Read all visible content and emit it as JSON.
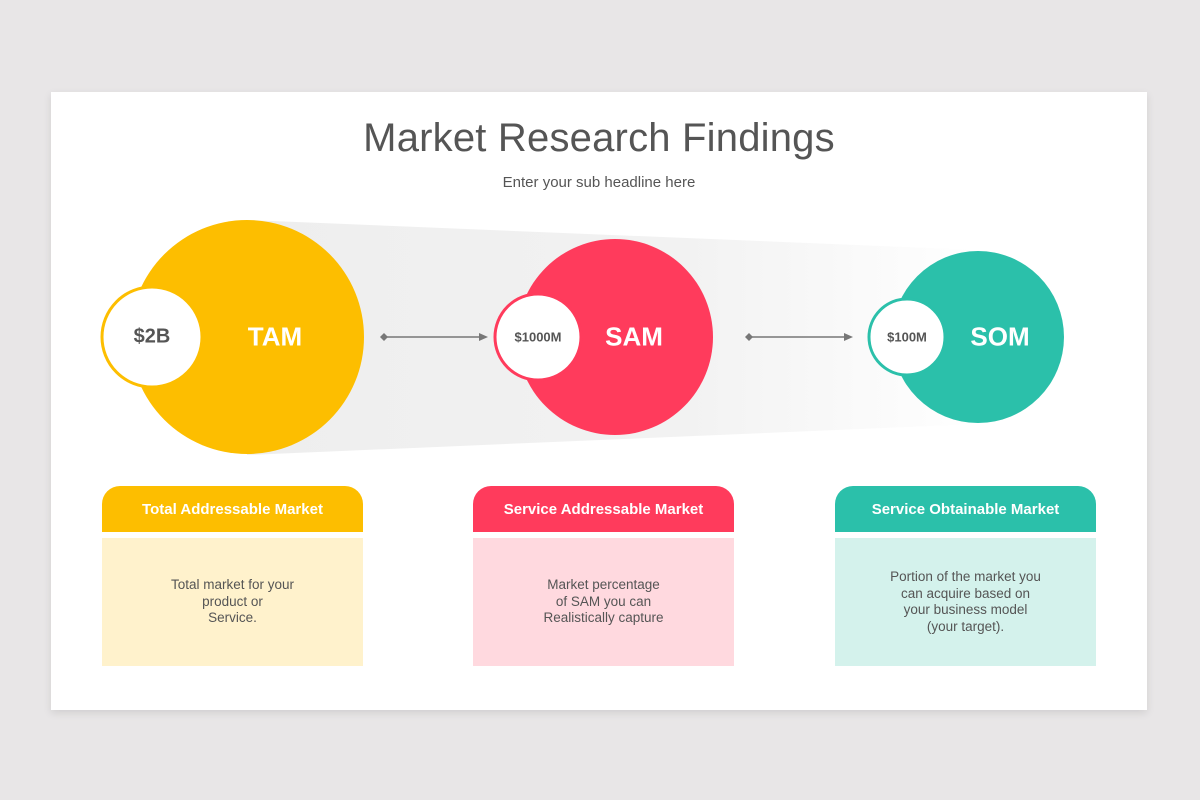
{
  "slide": {
    "title": "Market Research Findings",
    "subtitle": "Enter your sub headline here"
  },
  "markets": [
    {
      "abbr": "TAM",
      "value": "$2B",
      "heading": "Total Addressable Market",
      "description": "Total market for your\nproduct or\nService.",
      "color": "#FDBE00",
      "light_color": "#FFF2CC"
    },
    {
      "abbr": "SAM",
      "value": "$1000M",
      "heading": "Service Addressable Market",
      "description": "Market percentage\nof SAM you can\nRealistically capture",
      "color": "#FF3B5C",
      "light_color": "#FFD9DF"
    },
    {
      "abbr": "SOM",
      "value": "$100M",
      "heading": "Service Obtainable Market",
      "description": "Portion of the market you\ncan acquire based on\nyour business model\n(your target).",
      "color": "#2BC0AA",
      "light_color": "#D4F2EC"
    }
  ],
  "connector_color": "#777777"
}
